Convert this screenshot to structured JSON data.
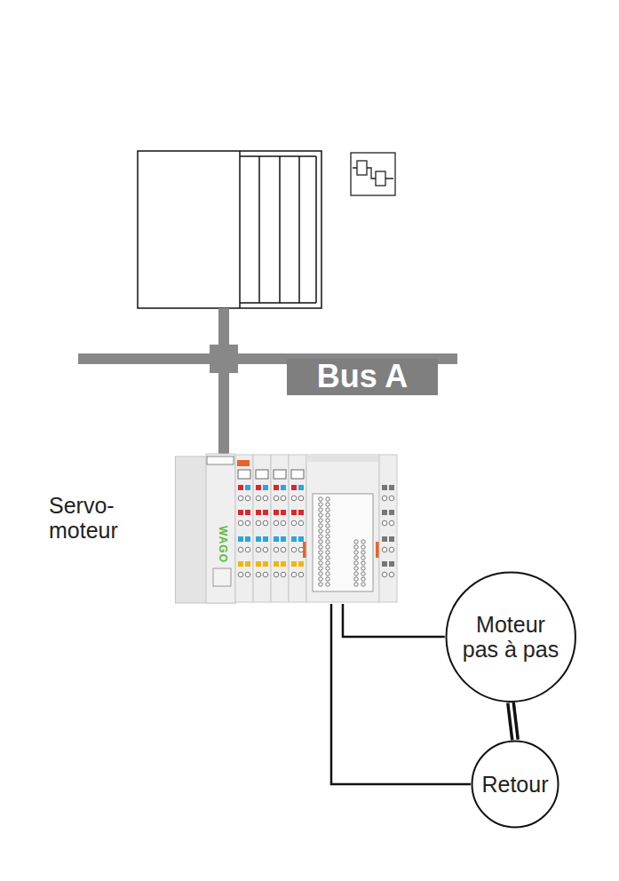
{
  "diagram": {
    "nodes": [
      {
        "text": [
          "Bus A"
        ]
      },
      {
        "text": [
          "Servo- moteur"
        ]
      },
      {
        "text": [
          "Moteur pas à pas"
        ]
      },
      {
        "text": [
          "Retour"
        ]
      }
    ],
    "edges": [
      {
        "from": 1,
        "to": 2,
        "arrow": "none"
      },
      {
        "from": 1,
        "to": 3,
        "arrow": "none"
      },
      {
        "from": 2,
        "to": 3,
        "arrow": "none"
      }
    ],
    "labels": [
      "WAGO"
    ]
  }
}
